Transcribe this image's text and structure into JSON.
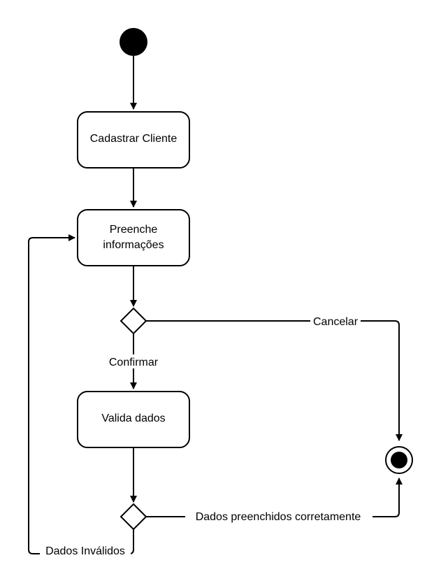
{
  "diagram": {
    "nodes": {
      "cadastrar": {
        "label": "Cadastrar Cliente"
      },
      "preenche": {
        "line1": "Preenche",
        "line2": "informações"
      },
      "valida": {
        "label": "Valida dados"
      }
    },
    "edges": {
      "cancelar": "Cancelar",
      "confirmar": "Confirmar",
      "dados_corretos": "Dados preenchidos corretamente",
      "dados_invalidos": "Dados Inválidos"
    }
  }
}
